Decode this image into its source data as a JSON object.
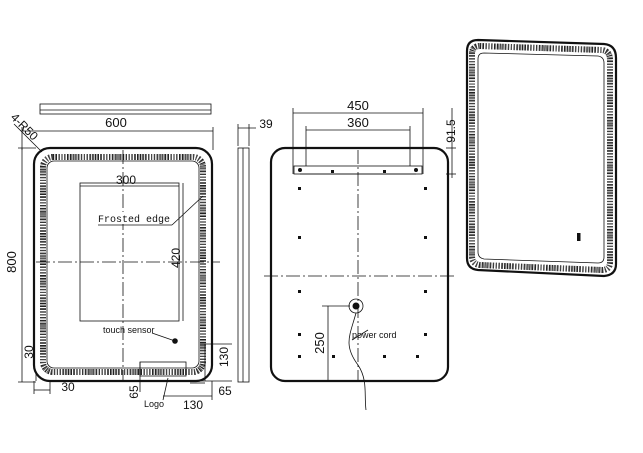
{
  "front_view": {
    "width": "600",
    "height": "800",
    "corner_radius": "4-R50",
    "inner_width": "300",
    "inner_height": "420",
    "frosted_label": "Frosted edge",
    "touch_label": "touch sensor",
    "logo_label": "Logo",
    "edge_bottom": "30",
    "edge_left": "30",
    "dim_130_a": "130",
    "dim_130_b": "130",
    "dim_65_a": "65",
    "dim_65_b": "65"
  },
  "side_view": {
    "depth": "39"
  },
  "back_view": {
    "bracket_width": "450",
    "bracket_inner": "360",
    "bracket_offset": "91.5",
    "cord_height": "250",
    "cord_label": "power cord"
  }
}
